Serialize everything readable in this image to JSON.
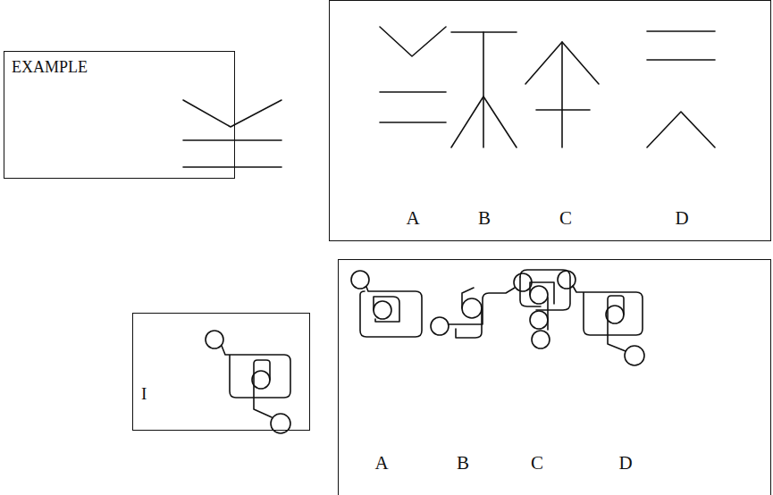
{
  "diagram": {
    "nodes": [
      {
        "text": [
          "EXAMPLE"
        ]
      },
      {
        "text": [
          "A",
          "B",
          "C",
          "D"
        ]
      },
      {
        "text": [
          "I"
        ]
      },
      {
        "text": [
          "A",
          "B",
          "C",
          "D"
        ]
      }
    ]
  }
}
